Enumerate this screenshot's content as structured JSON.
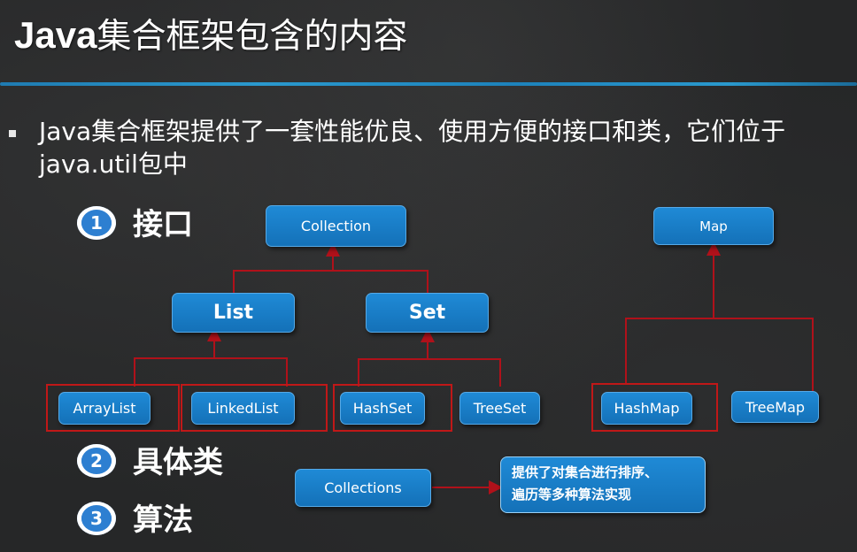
{
  "title": {
    "java": "Java",
    "rest": "集合框架包含的内容"
  },
  "intro": "Java集合框架提供了一套性能优良、使用方便的接口和类，它们位于java.util包中",
  "items": [
    {
      "number": "1",
      "label": "接口"
    },
    {
      "number": "2",
      "label": "具体类"
    },
    {
      "number": "3",
      "label": "算法"
    }
  ],
  "nodes": {
    "collection": "Collection",
    "list": "List",
    "set": "Set",
    "arraylist": "ArrayList",
    "linkedlist": "LinkedList",
    "hashset": "HashSet",
    "treeset": "TreeSet",
    "map": "Map",
    "hashmap": "HashMap",
    "treemap": "TreeMap",
    "collections": "Collections"
  },
  "note": {
    "line1": "提供了对集合进行排序、",
    "line2": "遍历等多种算法实现"
  },
  "colors": {
    "node_fill": "#1a7fc9",
    "connector": "#b0111a",
    "highlight": "#c01818",
    "rule": "#2a9fd6"
  }
}
